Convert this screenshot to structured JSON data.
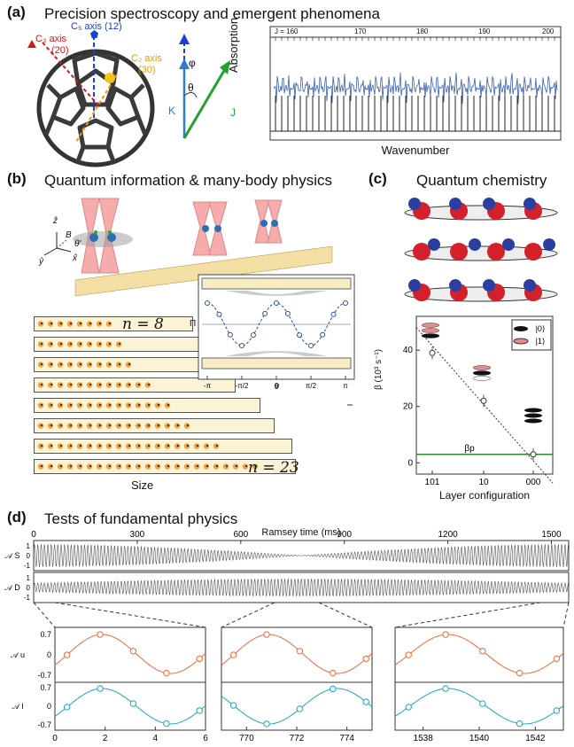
{
  "panel_a": {
    "label": "(a)",
    "title": "Precision spectroscopy and emergent phenomena",
    "c3_axis": "C₃ axis",
    "c3_num": "(20)",
    "c5_axis": "C₅ axis (12)",
    "c2_axis": "C₂ axis",
    "c2_num": "(30)",
    "phi": "φ",
    "theta": "θ",
    "K": "K",
    "J": "J",
    "xlabel": "Wavenumber",
    "ylabel": "Absorption",
    "j_ticks": [
      "J = 160",
      "170",
      "180",
      "190",
      "200"
    ]
  },
  "panel_b": {
    "label": "(b)",
    "title": "Quantum information & many-body physics",
    "axis_z": "ẑ",
    "axis_y": "ŷ",
    "axis_x": "x̂",
    "axis_B": "B",
    "axis_theta": "θ'",
    "n_top": "n = 8",
    "n_bottom": "n = 23",
    "size_label": "Size",
    "inset_ylabel": "Π",
    "inset_xlabel": "θ",
    "inset_xticks": [
      "-π",
      "-π/2",
      "0",
      "π/2",
      "π"
    ]
  },
  "panel_c": {
    "label": "(c)",
    "title": "Quantum chemistry",
    "ylabel": "β (10³ s⁻¹)",
    "xlabel": "Layer configuration",
    "xticks": [
      "101",
      "10",
      "000"
    ],
    "yticks": [
      "0",
      "20",
      "40"
    ],
    "legend_0": "|0⟩",
    "legend_1": "|1⟩",
    "beta_p": "βp"
  },
  "panel_d": {
    "label": "(d)",
    "title": "Tests of fundamental physics",
    "top_xlabel": "Ramsey time (ms)",
    "top_xticks": [
      "0",
      "300",
      "600",
      "900",
      "1200",
      "1500"
    ],
    "ylabel_S": "𝒜 S",
    "ylabel_D": "𝒜 D",
    "yticks": [
      "1",
      "0",
      "-1"
    ],
    "sub_yticks": [
      "0.7",
      "0",
      "-0.7"
    ],
    "sub_ylabel_u": "𝒜 u",
    "sub_ylabel_l": "𝒜 l",
    "sub1_xticks": [
      "0",
      "2",
      "4",
      "6"
    ],
    "sub2_xticks": [
      "770",
      "772",
      "774"
    ],
    "sub3_xticks": [
      "1538",
      "1540",
      "1542"
    ]
  },
  "chart_data": [
    {
      "type": "line",
      "id": "panel-c-beta",
      "xlabel": "Layer configuration",
      "ylabel": "β (10³ s⁻¹)",
      "categories": [
        "101",
        "10",
        "000"
      ],
      "series": [
        {
          "values": [
            39,
            22,
            3
          ]
        }
      ],
      "reference_line": {
        "label": "βp",
        "value": 3
      },
      "ylim": [
        -4,
        52
      ]
    },
    {
      "type": "scatter",
      "id": "panel-b-inset",
      "xlabel": "θ",
      "ylabel": "Π",
      "x": [
        -3.14,
        -2.6,
        -2.1,
        -1.57,
        -1.05,
        -0.52,
        0,
        0.52,
        1.05,
        1.57,
        2.1,
        2.6,
        3.14
      ],
      "y": [
        0.6,
        0.35,
        -0.2,
        -0.55,
        -0.3,
        0.3,
        0.6,
        0.35,
        -0.2,
        -0.55,
        -0.3,
        0.3,
        0.6
      ]
    },
    {
      "type": "line",
      "id": "panel-d-top",
      "xlabel": "Ramsey time (ms)",
      "xlim": [
        0,
        1550
      ],
      "series": [
        {
          "name": "𝒜 S"
        },
        {
          "name": "𝒜 D"
        }
      ],
      "ylim": [
        -1,
        1
      ]
    }
  ]
}
